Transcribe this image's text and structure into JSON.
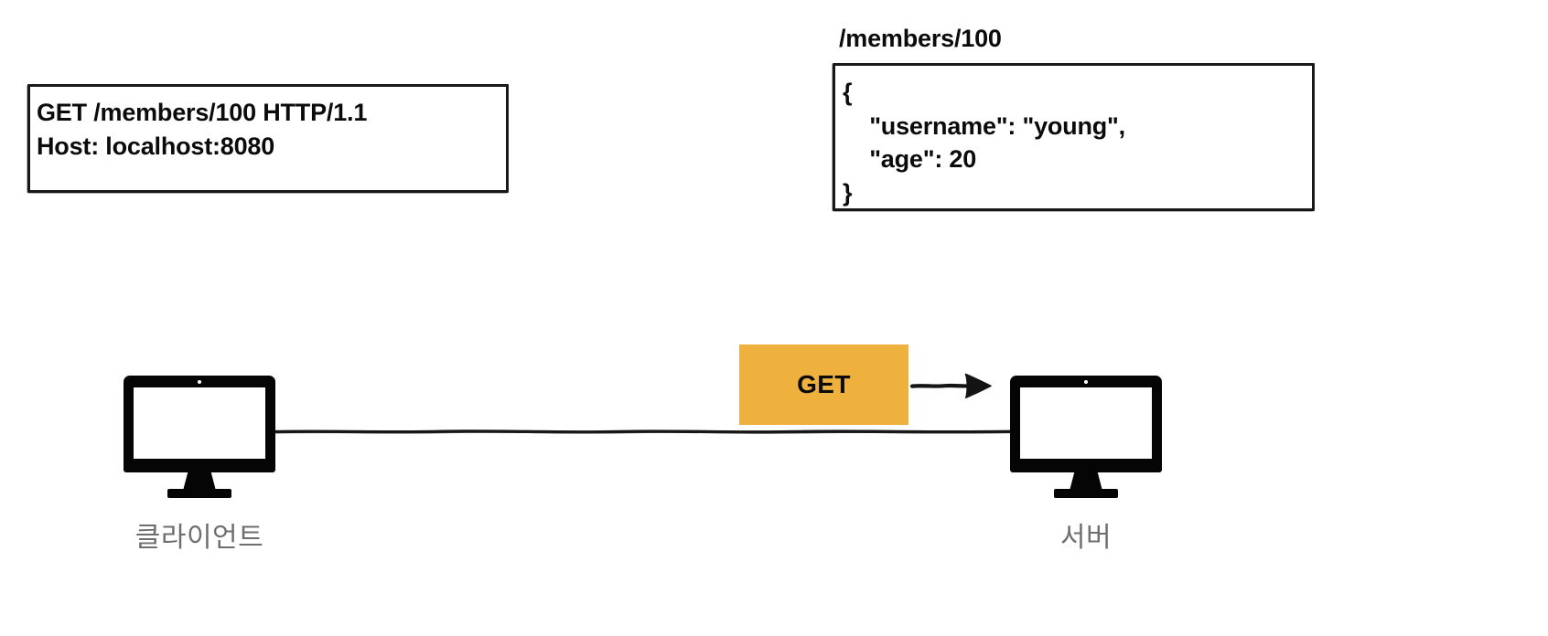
{
  "diagram": {
    "title": "HTTP GET request / response between client and server",
    "background_color": "#ffffff",
    "accent_color": "#EFB13E",
    "ink_color": "#0b0b0b",
    "label_color": "#6e6e6e"
  },
  "request": {
    "box_text": "GET /members/100 HTTP/1.1\nHost: localhost:8080",
    "lines": [
      "GET /members/100 HTTP/1.1",
      "Host: localhost:8080"
    ]
  },
  "response": {
    "resource_label": "/members/100",
    "body_text": "{\n    \"username\": \"young\",\n    \"age\": 20\n}",
    "lines": [
      "{",
      "    \"username\": \"young\",",
      "    \"age\": 20",
      "}"
    ],
    "fields": [
      {
        "key": "username",
        "value": "young"
      },
      {
        "key": "age",
        "value": "20"
      }
    ]
  },
  "nodes": {
    "client": {
      "label": "클라이언트",
      "icon": "desktop-monitor-icon"
    },
    "server": {
      "label": "서버",
      "icon": "desktop-monitor-icon"
    }
  },
  "method": {
    "label": "GET",
    "badge_color": "#EFB13E"
  },
  "connector": {
    "arrow_direction": "right",
    "arrow_icon": "arrow-right-icon",
    "line_style": "hand-drawn"
  }
}
